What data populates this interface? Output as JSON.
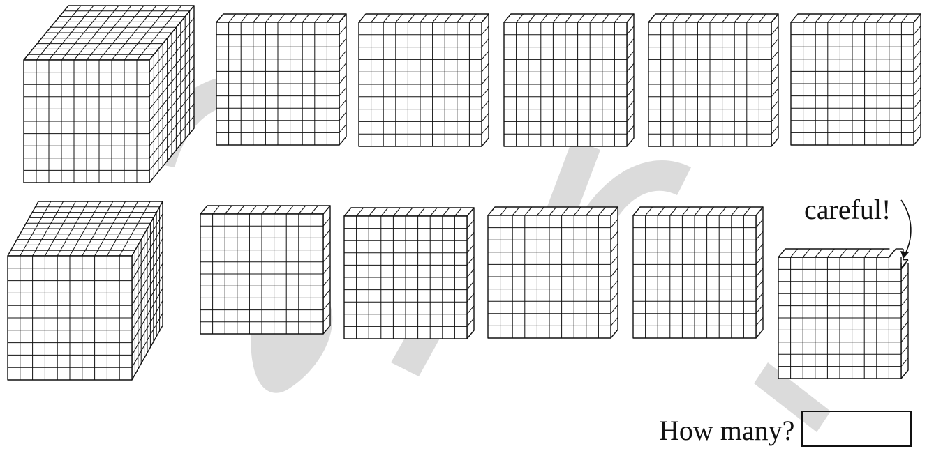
{
  "hint": {
    "text": "careful!"
  },
  "question": {
    "prompt": "How many?",
    "answer": ""
  },
  "blocks": {
    "row1": [
      {
        "kind": "cube",
        "label": "thousand-cube"
      },
      {
        "kind": "flat",
        "label": "hundred-flat"
      },
      {
        "kind": "flat",
        "label": "hundred-flat"
      },
      {
        "kind": "flat",
        "label": "hundred-flat"
      },
      {
        "kind": "flat",
        "label": "hundred-flat"
      },
      {
        "kind": "flat",
        "label": "hundred-flat"
      }
    ],
    "row2": [
      {
        "kind": "cube",
        "label": "thousand-cube"
      },
      {
        "kind": "flat",
        "label": "hundred-flat"
      },
      {
        "kind": "flat",
        "label": "hundred-flat"
      },
      {
        "kind": "flat",
        "label": "hundred-flat"
      },
      {
        "kind": "flat",
        "label": "hundred-flat"
      },
      {
        "kind": "flat",
        "label": "hundred-flat",
        "missing_cubes": 1
      }
    ]
  },
  "colors": {
    "ink": "#111111",
    "watermark": "#bdbdbd",
    "paper": "#ffffff"
  }
}
